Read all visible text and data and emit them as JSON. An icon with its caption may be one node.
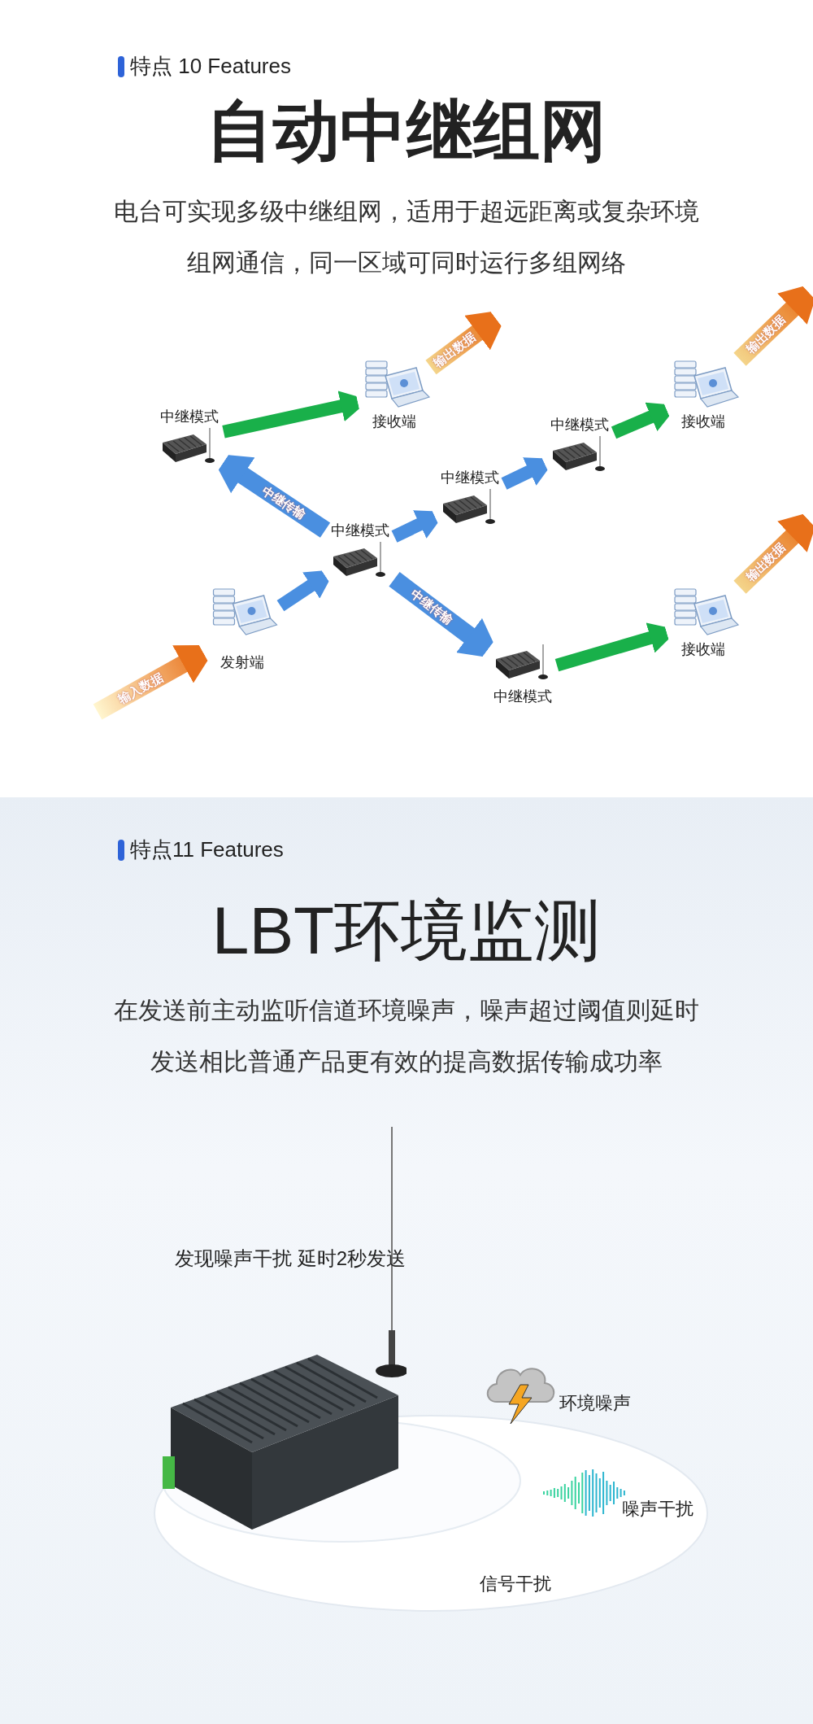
{
  "diagram": {
    "nodes": [
      {
        "text": [
          "发射端"
        ]
      },
      {
        "text": [
          "中继模式"
        ]
      },
      {
        "text": [
          "中继模式"
        ]
      },
      {
        "text": [
          "中继模式"
        ]
      },
      {
        "text": [
          "中继模式"
        ]
      },
      {
        "text": [
          "中继模式"
        ]
      },
      {
        "text": [
          "接收端"
        ]
      },
      {
        "text": [
          "接收端"
        ]
      },
      {
        "text": [
          "接收端"
        ]
      }
    ],
    "edges": [
      {
        "from": null,
        "to": 0,
        "arrow": "to",
        "label": "输入数据",
        "color": "#e8701a"
      },
      {
        "from": 0,
        "to": 1,
        "arrow": "to"
      },
      {
        "from": 1,
        "to": 2,
        "arrow": "to"
      },
      {
        "from": 2,
        "to": 3,
        "arrow": "to"
      },
      {
        "from": 1,
        "to": 4,
        "arrow": "to",
        "label": "中继传输"
      },
      {
        "from": 1,
        "to": 5,
        "arrow": "to",
        "label": "中继传输"
      },
      {
        "from": 4,
        "to": 6,
        "arrow": "to",
        "color": "#19b04a"
      },
      {
        "from": 3,
        "to": 7,
        "arrow": "to",
        "color": "#19b04a"
      },
      {
        "from": 5,
        "to": 8,
        "arrow": "to",
        "color": "#19b04a"
      },
      {
        "from": 6,
        "to": null,
        "arrow": "to",
        "label": "输出数据",
        "color": "#e8701a"
      },
      {
        "from": 7,
        "to": null,
        "arrow": "to",
        "label": "输出数据",
        "color": "#e8701a"
      },
      {
        "from": 8,
        "to": null,
        "arrow": "to",
        "label": "输出数据",
        "color": "#e8701a"
      }
    ],
    "labels": [
      "特点 10 Features",
      "自动中继组网",
      "电台可实现多级中继组网，适用于超远距离或复杂环境组网通信，同一区域可同时运行多组网络",
      "特点11 Features",
      "LBT环境监测",
      "在发送前主动监听信道环境噪声，噪声超过阈值则延时发送相比普通产品更有效的提高数据传输成功率",
      "发现噪声干扰 延时2秒发送",
      "环境噪声",
      "噪声干扰",
      "信号干扰"
    ]
  }
}
